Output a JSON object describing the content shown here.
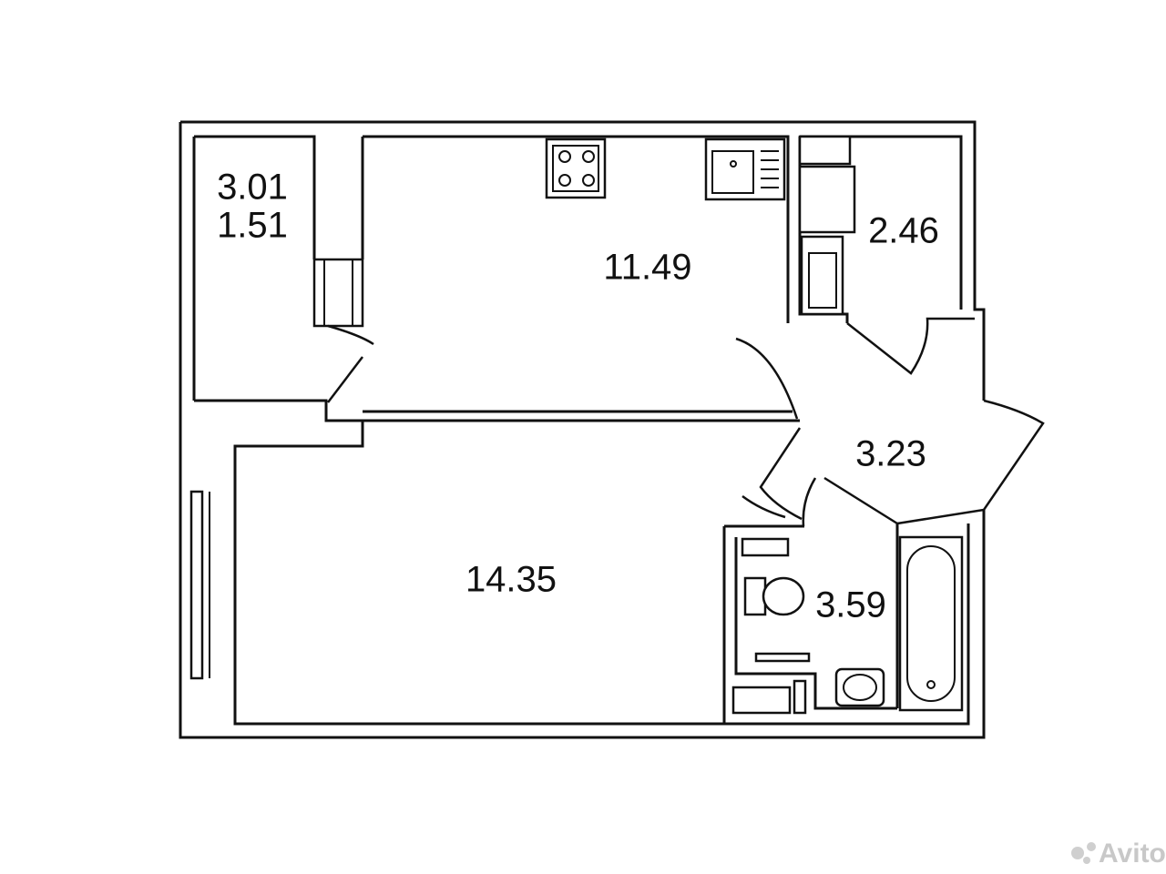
{
  "rooms": {
    "storage_area": "3.01",
    "loggia_area": "1.51",
    "kitchen_area": "11.49",
    "wardrobe_area": "2.46",
    "hall_area": "3.23",
    "living_area": "14.35",
    "bath_area": "3.59"
  },
  "watermark": "Avito",
  "colors": {
    "line": "#111111",
    "background": "#ffffff",
    "watermark": "#c8c8c8"
  }
}
